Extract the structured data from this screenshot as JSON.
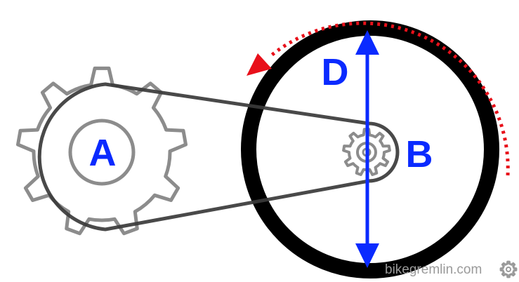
{
  "labels": {
    "A": "A",
    "B": "B",
    "D": "D"
  },
  "watermark": {
    "text": "bikegremlin.com",
    "icon": "gear-icon"
  },
  "colors": {
    "label_blue": "#0a2aff",
    "diameter_arrow": "#0a2aff",
    "rotation_arrow": "#e8101a",
    "chainring": "#8c8c8c",
    "cog": "#8c8c8c",
    "chain": "#3a3a3a",
    "wheel": "#000000",
    "watermark": "#9a9a9a"
  }
}
